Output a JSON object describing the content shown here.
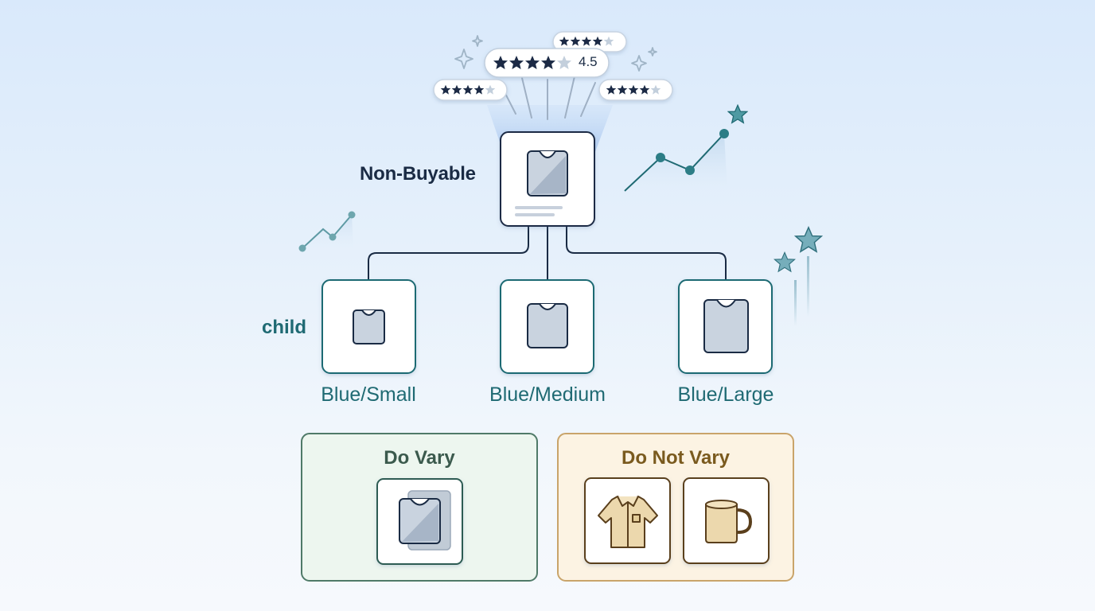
{
  "parent": {
    "label": "Non-Buyable"
  },
  "child_label": "child",
  "rating": {
    "value": "4.5"
  },
  "variations": [
    {
      "label": "Blue/Small"
    },
    {
      "label": "Blue/Medium"
    },
    {
      "label": "Blue/Large"
    }
  ],
  "groups": {
    "do_vary": {
      "title": "Do Vary"
    },
    "do_not_vary": {
      "title": "Do Not Vary"
    }
  },
  "colors": {
    "navy": "#1a2b44",
    "teal": "#1f6a73",
    "do_vary_bg": "#edf6ef",
    "do_vary_border": "#4f7a68",
    "do_not_vary_bg": "#fcf3e3",
    "do_not_vary_border": "#c9a46a"
  },
  "icons": [
    "tshirt-icon",
    "star-icon",
    "trend-chart-icon",
    "sparkle-icon",
    "shirt-icon",
    "mug-icon"
  ]
}
